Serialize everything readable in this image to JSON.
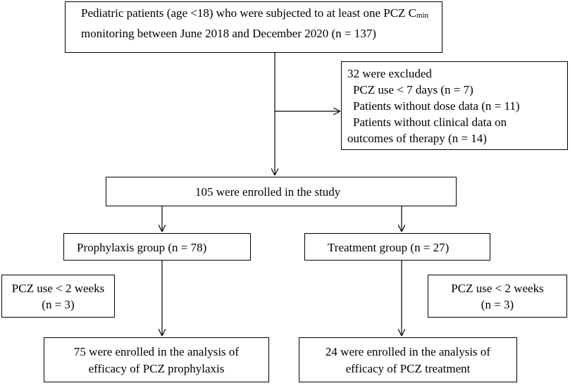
{
  "boxes": {
    "source": {
      "line1": "Pediatric patients (age <18) who were subjected to at least one PCZ C",
      "line1_sub": "min",
      "line2": "monitoring between June 2018 and December 2020 (n = 137)"
    },
    "excluded": {
      "title": "32 were excluded",
      "items": [
        "PCZ use < 7 days  (n = 7)",
        "Patients without dose data (n = 11)",
        "Patients without clinical data on"
      ],
      "last_line": "outcomes of therapy  (n = 14)"
    },
    "enrolled": {
      "label": "105 were enrolled in the study"
    },
    "prophylaxis": {
      "label": "Prophylaxis group (n = 78)"
    },
    "treatment": {
      "label": "Treatment  group (n = 27)"
    },
    "prophylaxis_excluded": {
      "line1": "PCZ use < 2 weeks",
      "line2": "(n = 3)"
    },
    "treatment_excluded": {
      "line1": "PCZ use < 2 weeks",
      "line2": "(n = 3)"
    },
    "prophylaxis_final": {
      "line1": "75 were enrolled in the analysis  of",
      "line2": "efficacy of PCZ prophylaxis"
    },
    "treatment_final": {
      "line1": "24 were enrolled in the analysis  of",
      "line2": "efficacy of PCZ treatment"
    }
  }
}
